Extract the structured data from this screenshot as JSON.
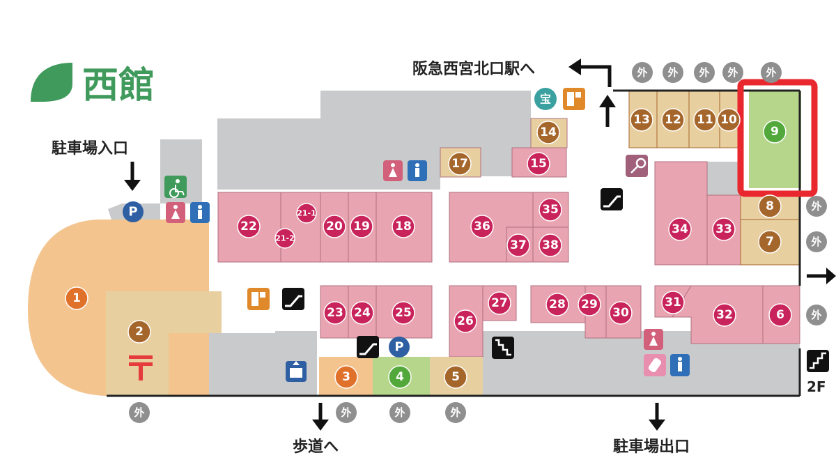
{
  "map": {
    "title": "西館",
    "labels": {
      "parking_entrance": "駐車場入口",
      "station": "阪急西宮北口駅へ",
      "sidewalk": "歩道へ",
      "parking_exit": "駐車場出口",
      "floor_2f": "2F"
    },
    "outside_label": "外",
    "parking_symbol": "P",
    "treasure_symbol": "宝",
    "shops": [
      {
        "id": "1",
        "category": "orange"
      },
      {
        "id": "2",
        "category": "brown"
      },
      {
        "id": "3",
        "category": "orange"
      },
      {
        "id": "4",
        "category": "green"
      },
      {
        "id": "5",
        "category": "brown"
      },
      {
        "id": "6",
        "category": "pink"
      },
      {
        "id": "7",
        "category": "brown"
      },
      {
        "id": "8",
        "category": "brown"
      },
      {
        "id": "9",
        "category": "green",
        "highlighted": true
      },
      {
        "id": "10",
        "category": "brown"
      },
      {
        "id": "11",
        "category": "brown"
      },
      {
        "id": "12",
        "category": "brown"
      },
      {
        "id": "13",
        "category": "brown"
      },
      {
        "id": "14",
        "category": "brown"
      },
      {
        "id": "15",
        "category": "pink"
      },
      {
        "id": "17",
        "category": "brown"
      },
      {
        "id": "18",
        "category": "pink"
      },
      {
        "id": "19",
        "category": "pink"
      },
      {
        "id": "20",
        "category": "pink"
      },
      {
        "id": "21-1",
        "category": "pink"
      },
      {
        "id": "21-2",
        "category": "pink"
      },
      {
        "id": "22",
        "category": "pink"
      },
      {
        "id": "23",
        "category": "pink"
      },
      {
        "id": "24",
        "category": "pink"
      },
      {
        "id": "25",
        "category": "pink"
      },
      {
        "id": "26",
        "category": "pink"
      },
      {
        "id": "27",
        "category": "pink"
      },
      {
        "id": "28",
        "category": "pink"
      },
      {
        "id": "29",
        "category": "pink"
      },
      {
        "id": "30",
        "category": "pink"
      },
      {
        "id": "31",
        "category": "pink"
      },
      {
        "id": "32",
        "category": "pink"
      },
      {
        "id": "33",
        "category": "pink"
      },
      {
        "id": "34",
        "category": "pink"
      },
      {
        "id": "35",
        "category": "pink"
      },
      {
        "id": "36",
        "category": "pink"
      },
      {
        "id": "37",
        "category": "pink"
      },
      {
        "id": "38",
        "category": "pink"
      }
    ],
    "colors": {
      "pink_fill": "#e8a4b0",
      "pink_marker": "#c8235a",
      "brown_fill": "#e8cfa0",
      "brown_marker": "#a5662c",
      "orange_fill": "#f3c48e",
      "orange_marker": "#e0712a",
      "green_fill": "#b6d68c",
      "green_marker": "#52a83a",
      "gray_fill": "#c9cacc",
      "highlight": "#e8282e",
      "title": "#3f9a5c"
    }
  }
}
